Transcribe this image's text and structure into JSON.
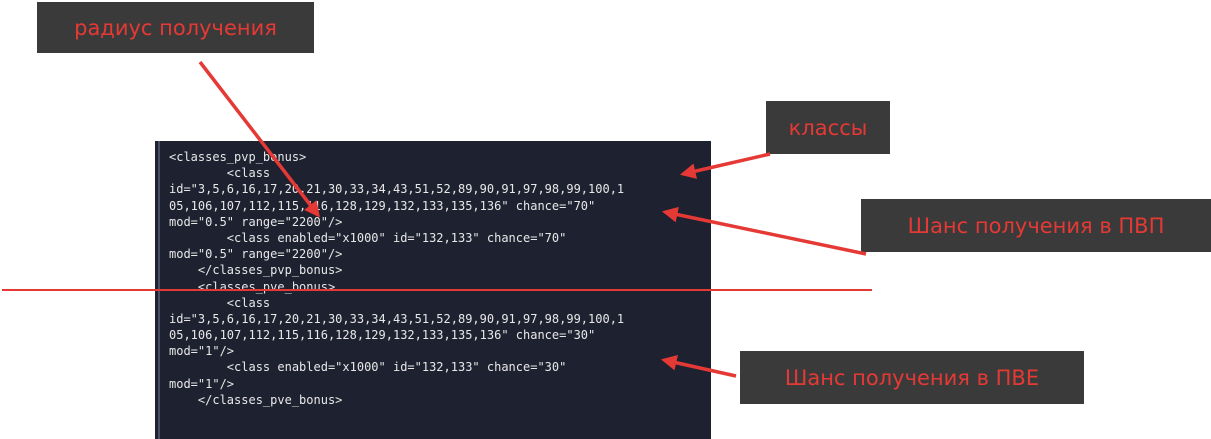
{
  "code": {
    "lines": [
      "<classes_pvp_bonus>",
      "        <class",
      "id=\"3,5,6,16,17,20,21,30,33,34,43,51,52,89,90,91,97,98,99,100,1",
      "05,106,107,112,115,116,128,129,132,133,135,136\" chance=\"70\"",
      "mod=\"0.5\" range=\"2200\"/>",
      "        <class enabled=\"x1000\" id=\"132,133\" chance=\"70\"",
      "mod=\"0.5\" range=\"2200\"/>",
      "    </classes_pvp_bonus>",
      "    <classes_pve_bonus>",
      "        <class",
      "id=\"3,5,6,16,17,20,21,30,33,34,43,51,52,89,90,91,97,98,99,100,1",
      "05,106,107,112,115,116,128,129,132,133,135,136\" chance=\"30\"",
      "mod=\"1\"/>",
      "        <class enabled=\"x1000\" id=\"132,133\" chance=\"30\"",
      "mod=\"1\"/>",
      "    </classes_pve_bonus>"
    ]
  },
  "annotations": {
    "radius": "радиус получения",
    "classes": "классы",
    "pvp_chance": "Шанс получения в ПВП",
    "pve_chance": "Шанс получения в ПВЕ"
  },
  "colors": {
    "annotation_red": "#e53935",
    "callout_bg": "#3a3a3a",
    "code_bg": "#1e2130",
    "code_text": "#e8e8e8"
  }
}
